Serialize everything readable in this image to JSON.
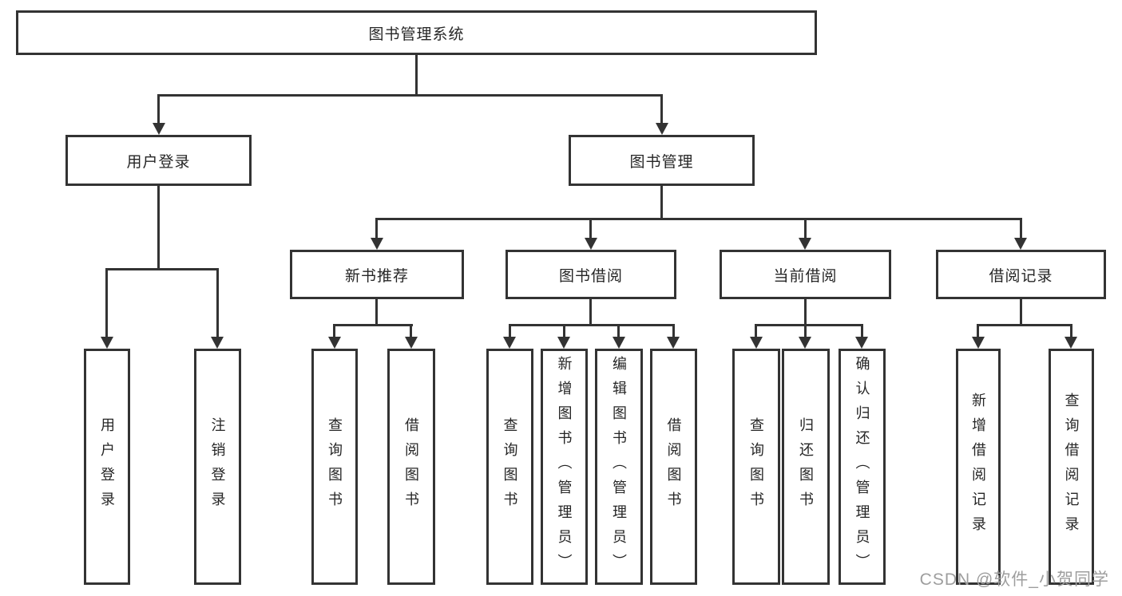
{
  "tree": {
    "root": {
      "label": "图书管理系统",
      "children": [
        {
          "label": "用户登录",
          "children": [
            {
              "label": "用户登录"
            },
            {
              "label": "注销登录"
            }
          ]
        },
        {
          "label": "图书管理",
          "children": [
            {
              "label": "新书推荐",
              "children": [
                {
                  "label": "查询图书"
                },
                {
                  "label": "借阅图书"
                }
              ]
            },
            {
              "label": "图书借阅",
              "children": [
                {
                  "label": "查询图书"
                },
                {
                  "label": "新增图书（管理员）"
                },
                {
                  "label": "编辑图书（管理员）"
                },
                {
                  "label": "借阅图书"
                }
              ]
            },
            {
              "label": "当前借阅",
              "children": [
                {
                  "label": "查询图书"
                },
                {
                  "label": "归还图书"
                },
                {
                  "label": "确认归还（管理员）"
                }
              ]
            },
            {
              "label": "借阅记录",
              "children": [
                {
                  "label": "新增借阅记录"
                },
                {
                  "label": "查询借阅记录"
                }
              ]
            }
          ]
        }
      ]
    }
  },
  "watermark": {
    "text": "CSDN @软件_小贺同学",
    "color": "#9e9e9e"
  },
  "colors": {
    "line": "#333333",
    "box_border": "#333333",
    "text": "#262626",
    "background": "#ffffff"
  }
}
